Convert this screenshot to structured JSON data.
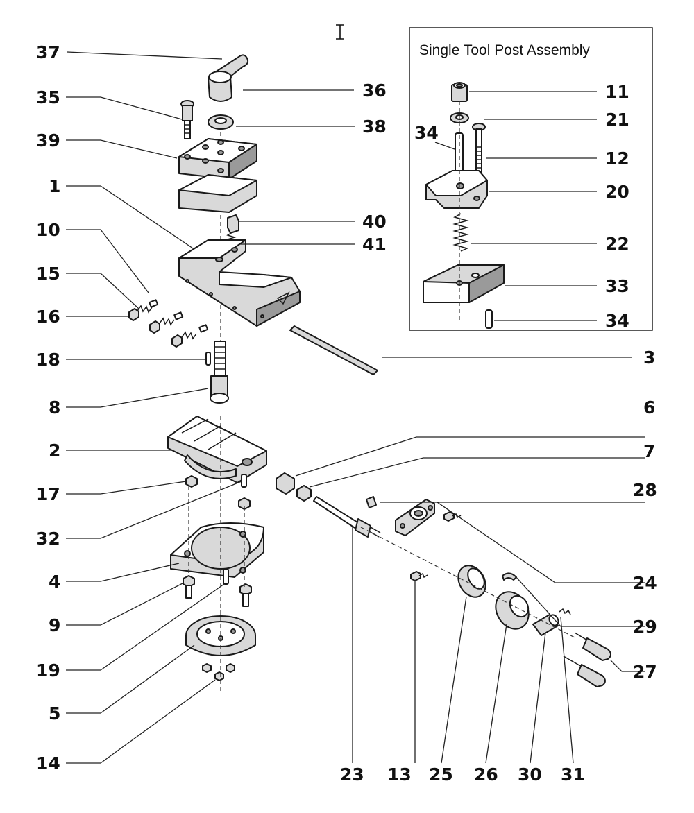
{
  "inset": {
    "title": "Single Tool Post Assembly"
  },
  "labels": {
    "p37": "37",
    "p36": "36",
    "p35": "35",
    "p38": "38",
    "p39": "39",
    "p1": "1",
    "p40": "40",
    "p10": "10",
    "p41": "41",
    "p15": "15",
    "p16": "16",
    "p18": "18",
    "p3": "3",
    "p8": "8",
    "p6": "6",
    "p2": "2",
    "p7": "7",
    "p17": "17",
    "p28": "28",
    "p32": "32",
    "p24": "24",
    "p4": "4",
    "p9": "9",
    "p29": "29",
    "p19": "19",
    "p27": "27",
    "p5": "5",
    "p14": "14",
    "p23": "23",
    "p13": "13",
    "p25": "25",
    "p26": "26",
    "p30": "30",
    "p31": "31",
    "i11": "11",
    "i21": "21",
    "i34a": "34",
    "i12": "12",
    "i20": "20",
    "i22": "22",
    "i33": "33",
    "i34b": "34"
  }
}
